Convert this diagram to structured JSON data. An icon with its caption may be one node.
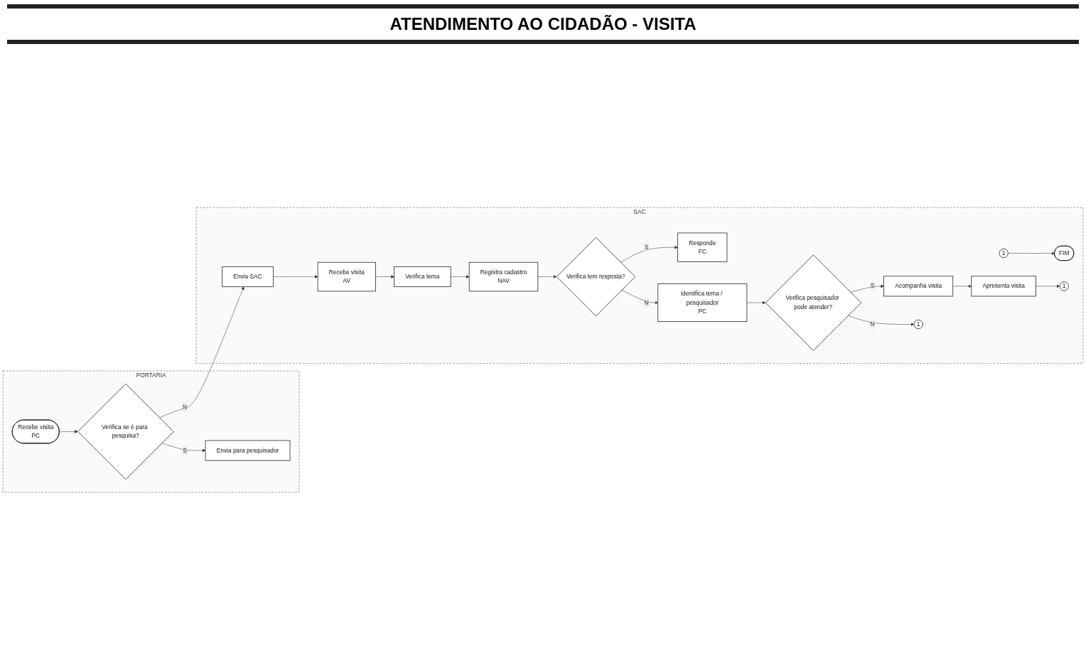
{
  "diagram": {
    "title": "ATENDIMENTO AO CIDADÃO - VISITA",
    "nodes": [
      {
        "text": [
          "PORTARIA"
        ]
      },
      {
        "text": [
          "SAC"
        ]
      },
      {
        "text": [
          "Recebe visita",
          "PC"
        ],
        "in": 0
      },
      {
        "text": [
          "Verifica se é para pesquisa?"
        ],
        "in": 0
      },
      {
        "text": [
          "Envia para pesquisador"
        ],
        "in": 0
      },
      {
        "text": [
          "Envia SAC"
        ],
        "in": 1
      },
      {
        "text": [
          "Recebe visita",
          "AV"
        ],
        "in": 1
      },
      {
        "text": [
          "Verifica tema"
        ],
        "in": 1
      },
      {
        "text": [
          "Registra cadastro",
          "NAV"
        ],
        "in": 1
      },
      {
        "text": [
          "Verifica tem resposta?"
        ],
        "in": 1
      },
      {
        "text": [
          "Responde",
          "FC"
        ],
        "in": 1
      },
      {
        "text": [
          "1"
        ],
        "in": 1
      },
      {
        "text": [
          "FIM"
        ],
        "in": 1
      },
      {
        "text": [
          "Identifica tema / pesquisador",
          "PC"
        ],
        "in": 1
      },
      {
        "text": [
          "Verifica pesquisador pode atender?"
        ],
        "in": 1
      },
      {
        "text": [
          "Acompanha visita"
        ],
        "in": 1
      },
      {
        "text": [
          "Apresenta visita"
        ],
        "in": 1
      },
      {
        "text": [
          "1"
        ],
        "in": 1
      },
      {
        "text": [
          "1"
        ],
        "in": 1
      }
    ],
    "edges": [
      {
        "from": 2,
        "to": 3,
        "arrow": "to"
      },
      {
        "from": 3,
        "to": 4,
        "label": "S",
        "arrow": "to"
      },
      {
        "from": 3,
        "to": 5,
        "label": "N",
        "arrow": "to"
      },
      {
        "from": 5,
        "to": 6,
        "arrow": "to"
      },
      {
        "from": 6,
        "to": 7,
        "arrow": "to"
      },
      {
        "from": 7,
        "to": 8,
        "arrow": "to"
      },
      {
        "from": 8,
        "to": 9,
        "arrow": "to"
      },
      {
        "from": 9,
        "to": 10,
        "label": "S",
        "arrow": "to"
      },
      {
        "from": 11,
        "to": 12,
        "arrow": "to"
      },
      {
        "from": 9,
        "to": 13,
        "label": "N",
        "arrow": "to"
      },
      {
        "from": 13,
        "to": 14,
        "arrow": "to"
      },
      {
        "from": 14,
        "to": 15,
        "label": "S",
        "arrow": "to"
      },
      {
        "from": 15,
        "to": 16,
        "arrow": "to"
      },
      {
        "from": 16,
        "to": 17,
        "arrow": "to"
      },
      {
        "from": 14,
        "to": 18,
        "label": "N",
        "arrow": "to"
      }
    ]
  }
}
